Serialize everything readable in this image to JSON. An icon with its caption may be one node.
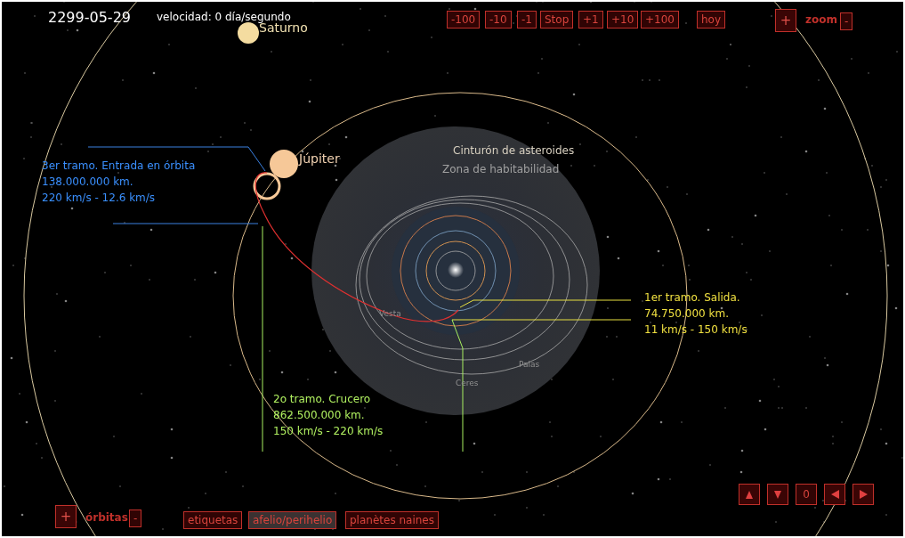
{
  "diagram": {
    "labels": [
      "2299-05-29",
      "velocidad: 0 día/segundo",
      "-100",
      "-10",
      "-1",
      "Stop",
      "+1",
      "+10",
      "+100",
      "hoy",
      "+",
      "zoom",
      "-",
      "Saturno",
      "Júpiter",
      "Cinturón de asteroides",
      "Zona de habitabilidad",
      "3er tramo. Entrada en órbita",
      "138.000.000 km.",
      "220 km/s - 12.6 km/s",
      "1er tramo. Salida.",
      "74.750.000 km.",
      "11 km/s - 150 km/s",
      "Vesta",
      "Palas",
      "Ceres",
      "2o tramo. Crucero",
      "862.500.000 km.",
      "150 km/s - 220 km/s",
      "0",
      "+",
      "órbitas",
      "-",
      "etiquetas",
      "afelio/perihelio",
      "planètes naines"
    ]
  }
}
